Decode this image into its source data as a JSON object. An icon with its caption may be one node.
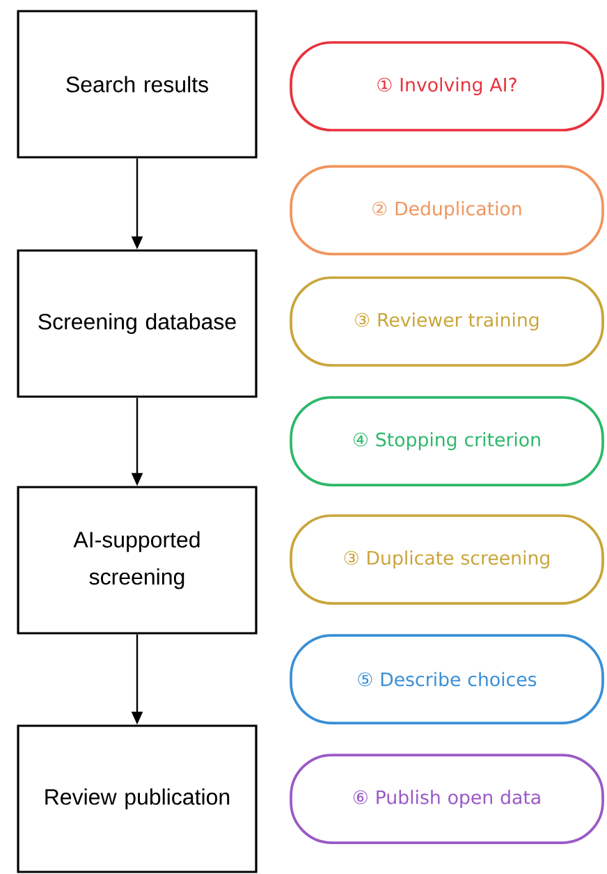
{
  "diagram": {
    "nodes": [
      {
        "text": [
          "Search results"
        ]
      },
      {
        "text": [
          "Screening database"
        ]
      },
      {
        "text": [
          "AI-supported screening"
        ]
      },
      {
        "text": [
          "Review publication"
        ]
      },
      {
        "text": [
          "① Involving AI?"
        ]
      },
      {
        "text": [
          "② Deduplication"
        ]
      },
      {
        "text": [
          "③ Reviewer training"
        ]
      },
      {
        "text": [
          "④ Stopping criterion"
        ]
      },
      {
        "text": [
          "③ Duplicate screening"
        ]
      },
      {
        "text": [
          "⑤ Describe choices"
        ]
      },
      {
        "text": [
          "⑥ Publish open data"
        ]
      }
    ],
    "edges": [
      {
        "from": 0,
        "to": 1,
        "arrow": "to"
      },
      {
        "from": 1,
        "to": 2,
        "arrow": "to"
      },
      {
        "from": 2,
        "to": 3,
        "arrow": "to"
      }
    ]
  }
}
